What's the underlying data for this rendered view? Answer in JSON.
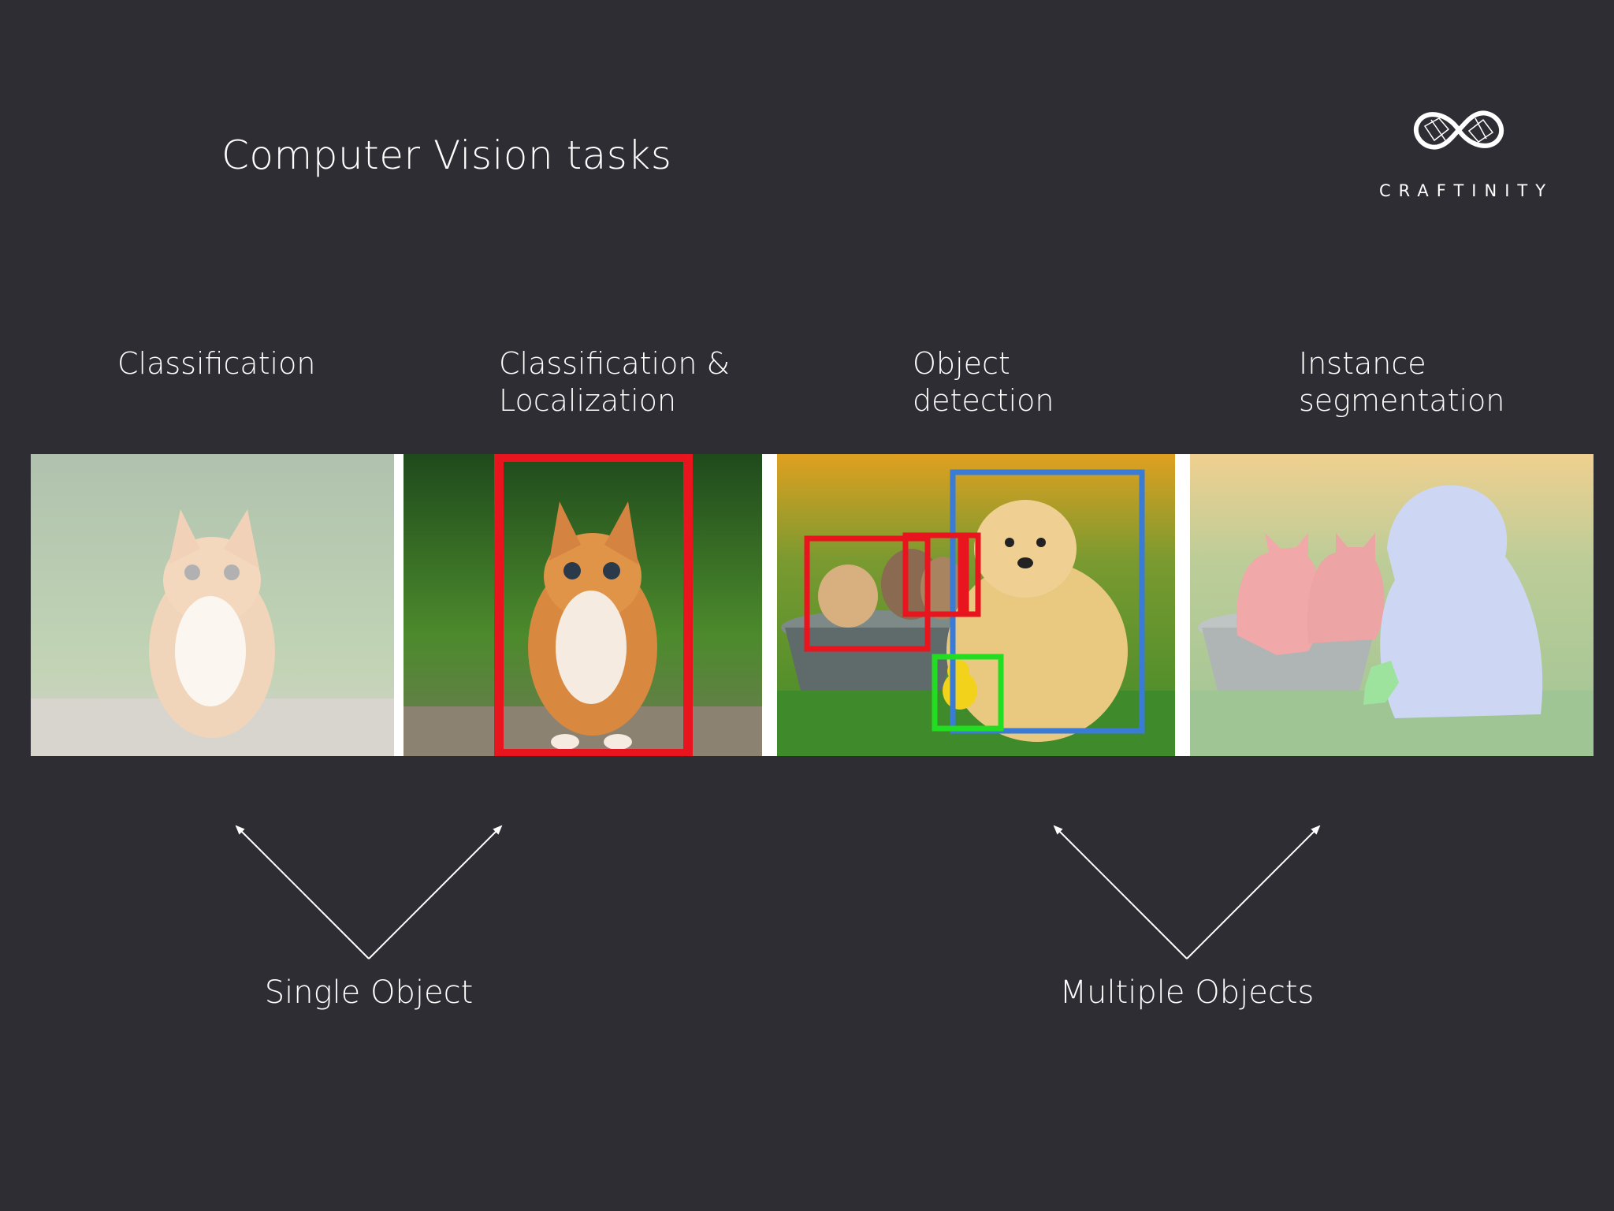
{
  "slide": {
    "title": "Computer Vision tasks",
    "background": "#2e2d33"
  },
  "logo": {
    "text": "CRAFTINITY",
    "icon": "infinity-logo-icon"
  },
  "tasks": [
    {
      "label": "Classification"
    },
    {
      "label": "Classification &\nLocalization"
    },
    {
      "label": "Object\ndetection"
    },
    {
      "label": "Instance\nsegmentation"
    }
  ],
  "groups": [
    {
      "label": "Single Object"
    },
    {
      "label": "Multiple Objects"
    }
  ],
  "colors": {
    "bbox_cat": "#e8141e",
    "bbox_dog": "#3a7bd5",
    "bbox_duck": "#22dd22",
    "mask_cat": "#e05050",
    "mask_dog": "#9aaee8",
    "mask_duck": "#3ac43a"
  }
}
